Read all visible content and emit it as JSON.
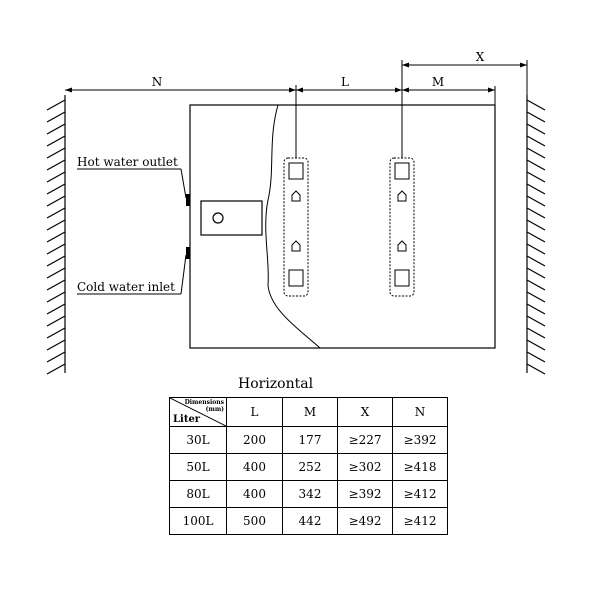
{
  "diagram": {
    "dimension_labels": {
      "n": "N",
      "l": "L",
      "m": "M",
      "x": "X"
    },
    "hot_water_outlet": "Hot water outlet",
    "cold_water_inlet": "Cold water inlet"
  },
  "table": {
    "title": "Horizontal",
    "corner_dimensions": "Dimensions",
    "corner_unit": "(mm)",
    "corner_liter": "Liter",
    "columns": [
      "L",
      "M",
      "X",
      "N"
    ],
    "rows": [
      {
        "liter": "30L",
        "L": "200",
        "M": "177",
        "X": "≥227",
        "N": "≥392"
      },
      {
        "liter": "50L",
        "L": "400",
        "M": "252",
        "X": "≥302",
        "N": "≥418"
      },
      {
        "liter": "80L",
        "L": "400",
        "M": "342",
        "X": "≥392",
        "N": "≥412"
      },
      {
        "liter": "100L",
        "L": "500",
        "M": "442",
        "X": "≥492",
        "N": "≥412"
      }
    ]
  }
}
